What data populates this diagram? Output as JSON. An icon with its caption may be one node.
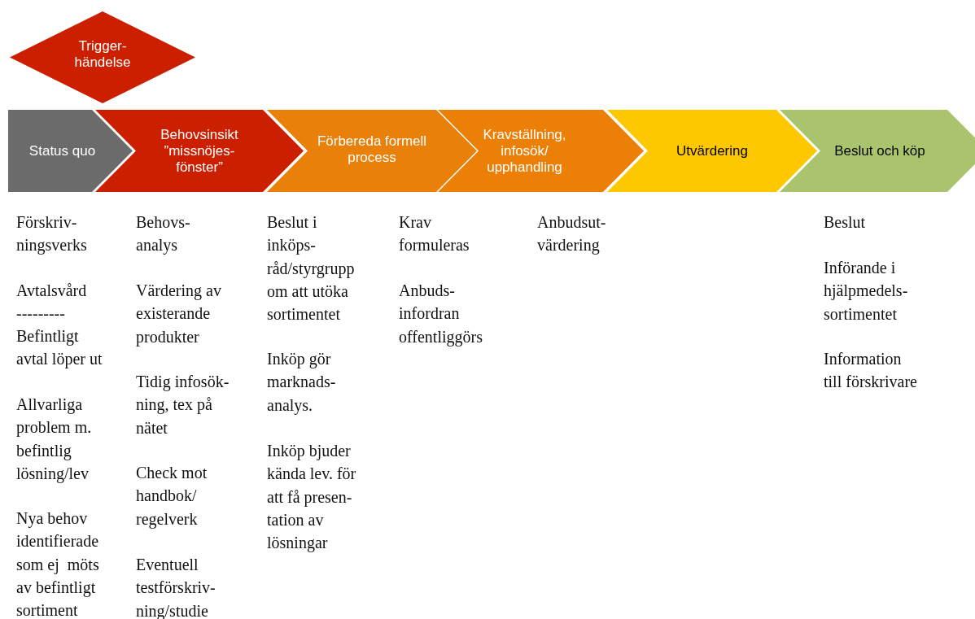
{
  "diagram": {
    "nodes": [
      {
        "text": [
          "Trigger- händelse"
        ]
      },
      {
        "text": [
          "Status quo"
        ]
      },
      {
        "text": [
          "Behovsinsikt ”missnöjes- fönster”"
        ]
      },
      {
        "text": [
          "Förbereda formell process"
        ]
      },
      {
        "text": [
          "Kravställning, infosök/ upphandling"
        ]
      },
      {
        "text": [
          "Utvärdering"
        ]
      },
      {
        "text": [
          "Beslut och köp"
        ]
      }
    ],
    "labels": [
      "Förskriv- ningsverks",
      "Avtalsvård",
      "---------",
      "Befintligt avtal löper ut",
      "Allvarliga problem m. befintlig lösning/lev",
      "Nya behov identifierade som ej  möts av befintligt sortiment",
      "Behovs- analys",
      "Värdering av existerande produkter",
      "Tidig infosök- ning, tex på nätet",
      "Check mot handbok/ regelverk",
      "Eventuell testförskriv- ning/studie",
      "Beslut i inköps- råd/styrgrupp om att utöka sortimentet",
      "Inköp gör marknads- analys.",
      "Inköp bjuder kända lev. för att få presen- tation av lösningar",
      "Krav formuleras",
      "Anbuds- infordran offentliggörs",
      "Anbudsut- värdering",
      "Beslut",
      "Införande i hjälpmedels- sortimentet",
      "Information till förskrivare"
    ]
  }
}
